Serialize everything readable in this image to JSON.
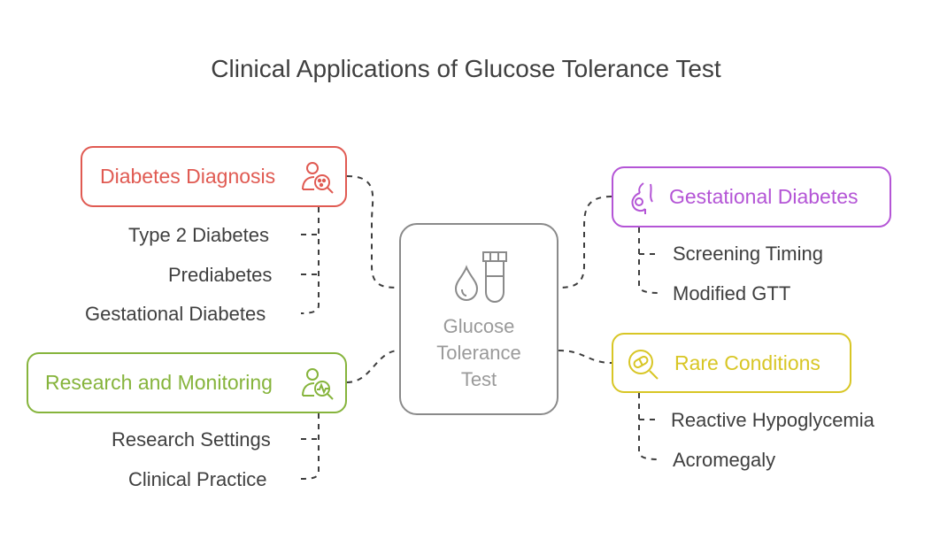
{
  "title": "Clinical Applications of Glucose Tolerance Test",
  "center": {
    "lines": [
      "Glucose",
      "Tolerance",
      "Test"
    ],
    "icons": [
      "water-drop-icon",
      "test-tube-icon"
    ],
    "color": "#8a8a8a"
  },
  "branches": {
    "diabetes_diagnosis": {
      "label": "Diabetes Diagnosis",
      "color": "#e05a52",
      "icon": "person-magnifier-icon",
      "items": [
        "Type 2 Diabetes",
        "Prediabetes",
        "Gestational Diabetes"
      ]
    },
    "research_monitoring": {
      "label": "Research and Monitoring",
      "color": "#86b43c",
      "icon": "person-chart-icon",
      "items": [
        "Research Settings",
        "Clinical Practice"
      ]
    },
    "gestational_diabetes": {
      "label": "Gestational Diabetes",
      "color": "#b455d6",
      "icon": "pregnancy-icon",
      "items": [
        "Screening Timing",
        "Modified GTT"
      ]
    },
    "rare_conditions": {
      "label": "Rare Conditions",
      "color": "#d8c625",
      "icon": "pill-magnifier-icon",
      "items": [
        "Reactive Hypoglycemia",
        "Acromegaly"
      ]
    }
  }
}
